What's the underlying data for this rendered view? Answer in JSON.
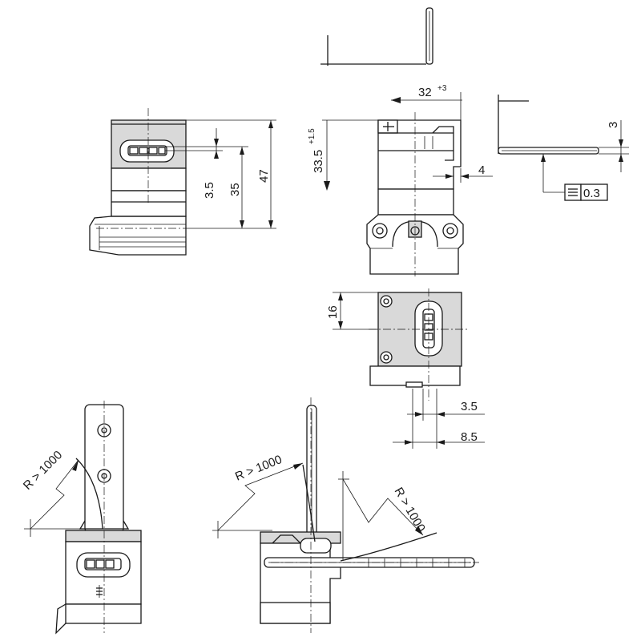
{
  "dimensions": {
    "d_3_5_left": "3.5",
    "d_35": "35",
    "d_47": "47",
    "d_32": "32",
    "d_32_tol": "+3",
    "d_33_5": "33.5",
    "d_33_5_tol": "+1.5",
    "d_4": "4",
    "d_3": "3",
    "d_flatness": "0.3",
    "d_16": "16",
    "d_3_5_bottom": "3.5",
    "d_8_5": "8.5",
    "radius_left": "R > 1000",
    "radius_center": "R > 1000",
    "radius_right": "R > 1000"
  },
  "colors": {
    "line": "#1a1a1a",
    "fill_grey": "#d9d9d9",
    "background": "#ffffff"
  }
}
